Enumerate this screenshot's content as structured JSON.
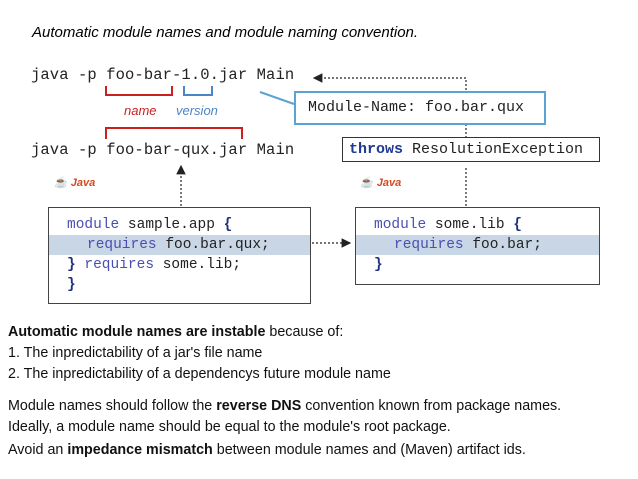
{
  "title": "Automatic module names and module naming convention.",
  "commands": {
    "cmd1": "java -p foo-bar-1.0.jar Main",
    "cmd2": "java -p foo-bar-qux.jar Main"
  },
  "annotations": {
    "name_label": "name",
    "version_label": "version",
    "name_color": "#cc1f1f",
    "version_color": "#4a86c5"
  },
  "callout": {
    "text": "Module-Name: foo.bar.qux",
    "border_color": "#5ba3d0"
  },
  "error": {
    "keyword": "throws",
    "exception": "ResolutionException"
  },
  "java_logo": {
    "icon": "java-cup-icon",
    "text": "Java"
  },
  "module_app": {
    "line1_kw": "module",
    "line1_name": "sample.app",
    "line1_brace": "{",
    "line2_kw": "requires",
    "line2_name": "foo.bar.qux;",
    "line3_brace": "}",
    "line3_kw": "requires",
    "line3_name": "some.lib;",
    "line4_brace": "}"
  },
  "module_lib": {
    "line1_kw": "module",
    "line1_name": "some.lib",
    "line1_brace": "{",
    "line2_kw": "requires",
    "line2_name": "foo.bar;",
    "line3_brace": "}"
  },
  "text": {
    "p1_bold": "Automatic module names are instable",
    "p1_rest": " because of:",
    "li1": "1.  The inpredictability of a jar's file name",
    "li2": "2.  The inpredictability of a dependencys future module name",
    "p2_a": "Module names should follow the ",
    "p2_bold": "reverse DNS",
    "p2_b": " convention known from package names.",
    "p3": "Ideally, a module name should be equal to the module's root package.",
    "p4_a": "Avoid an ",
    "p4_bold": "impedance mismatch",
    "p4_b": " between module names and (Maven) artifact ids."
  }
}
